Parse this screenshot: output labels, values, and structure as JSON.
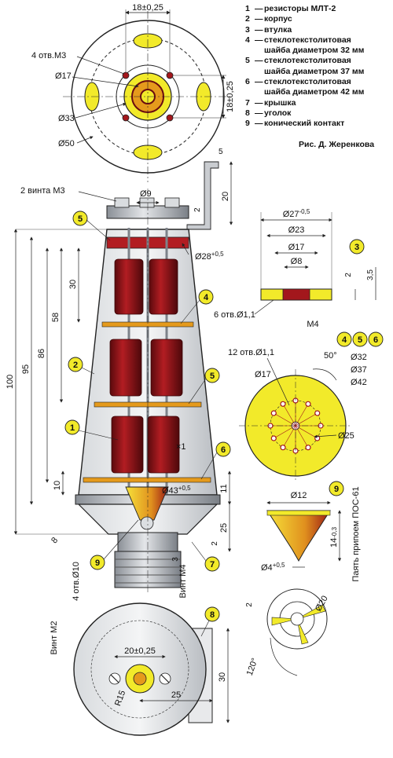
{
  "legend": [
    {
      "num": "1",
      "text": "резисторы     МЛТ-2"
    },
    {
      "num": "2",
      "text": "корпус"
    },
    {
      "num": "3",
      "text": "втулка"
    },
    {
      "num": "4",
      "text": "стеклотекстолитовая\nшайба диаметром 32 мм"
    },
    {
      "num": "5",
      "text": "стеклотекстолитовая\nшайба диаметром 37 мм"
    },
    {
      "num": "6",
      "text": "стеклотекстолитовая\nшайба диаметром 42 мм"
    },
    {
      "num": "7",
      "text": "крышка"
    },
    {
      "num": "8",
      "text": "уголок"
    },
    {
      "num": "9",
      "text": "конический контакт"
    }
  ],
  "caption": "Рис. Д. Жеренкова",
  "dash": "—",
  "dims": {
    "top_width": "18±0,25",
    "holes_m3": "4 отв.М3",
    "d17_top": "Ø17",
    "d33": "Ø33",
    "d50": "Ø50",
    "side_height": "18±0,25",
    "screws_m3": "2 винта М3",
    "d9": "Ø9",
    "d28": "Ø28",
    "d28_tol": "+0,5",
    "h100": "100",
    "h95": "95",
    "h86": "86",
    "h58": "58",
    "h30": "30",
    "h10": "10",
    "h20": "20",
    "h2_top": "2",
    "h5_top": "5",
    "d43": "Ø43",
    "d43_tol": "+0,5",
    "h11": "11",
    "h25": "25",
    "h2_mid": "2",
    "h3_bot": "3",
    "h8": "8",
    "holes_d10": "4 отв.Ø10",
    "screw_m4": "Винт М4",
    "d27": "Ø27",
    "d27_tol": "-0,5",
    "d23": "Ø23",
    "d17_b": "Ø17",
    "d8": "Ø8",
    "h2_bush": "2",
    "h35": "3,5",
    "holes_d11": "6 отв.Ø1,1",
    "m4": "M4",
    "holes12": "12 отв.Ø1,1",
    "angle50": "50°",
    "d17_w": "Ø17",
    "d25": "Ø25",
    "d32": "Ø32",
    "d37": "Ø37",
    "d42": "Ø42",
    "d12": "Ø12",
    "d4": "Ø4",
    "d4_tol": "+0,5",
    "h14": "14",
    "h14_tol": "-0,3",
    "solder": "Паять припоем ПОС-61",
    "d20": "Ø20",
    "h2_r": "2",
    "angle120": "120°",
    "screw_m2": "Винт М2",
    "w20": "20±0,25",
    "r15": "R15",
    "w25": "25",
    "h30_b": "30",
    "x1": "×1"
  },
  "callouts": {
    "c1": "1",
    "c2": "2",
    "c3": "3",
    "c4": "4",
    "c5": "5",
    "c6": "6",
    "c7": "7",
    "c8": "8",
    "c9": "9"
  },
  "colors": {
    "yellow": "#f2ea2a",
    "red": "#a3171c",
    "dark_red": "#6a0c10",
    "steel": "#c9ccd0",
    "steel_dark": "#7d8289",
    "orange": "#e59a1c",
    "line": "#2a2a2a"
  }
}
